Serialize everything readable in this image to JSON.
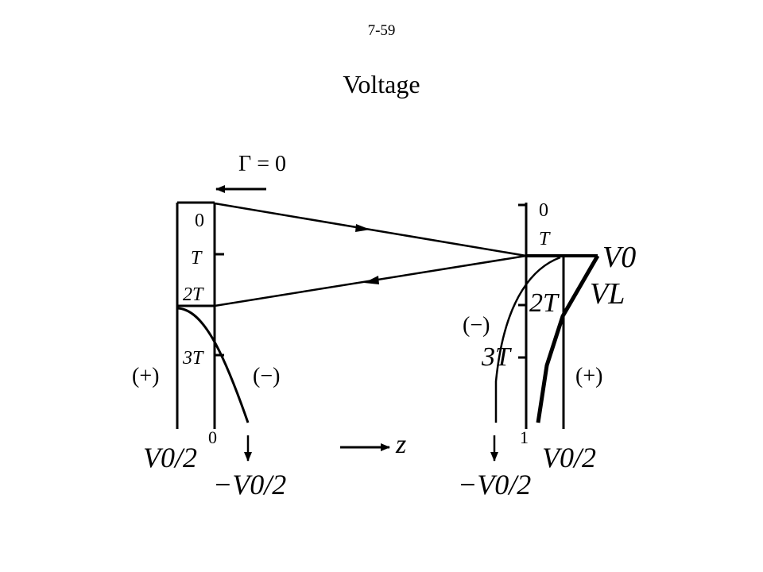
{
  "page_number": "7-59",
  "title": "Voltage",
  "reflection_label": "Γ = 0",
  "z_label": "z",
  "left_axis": {
    "tick_labels": [
      "0",
      "T",
      "2T",
      "3T"
    ],
    "bottom_label": "0",
    "sign_plus": "(+)",
    "sign_minus": "(−)",
    "plus_value": "V0/2",
    "minus_value": "−V0/2"
  },
  "right_axis": {
    "tick_labels": [
      "0",
      "T",
      "2T",
      "3T"
    ],
    "bottom_label": "1",
    "sign_plus": "(+)",
    "sign_minus": "(−)",
    "v0_label": "V0",
    "vl_label": "VL",
    "plus_value": "V0/2",
    "minus_value": "−V0/2"
  }
}
